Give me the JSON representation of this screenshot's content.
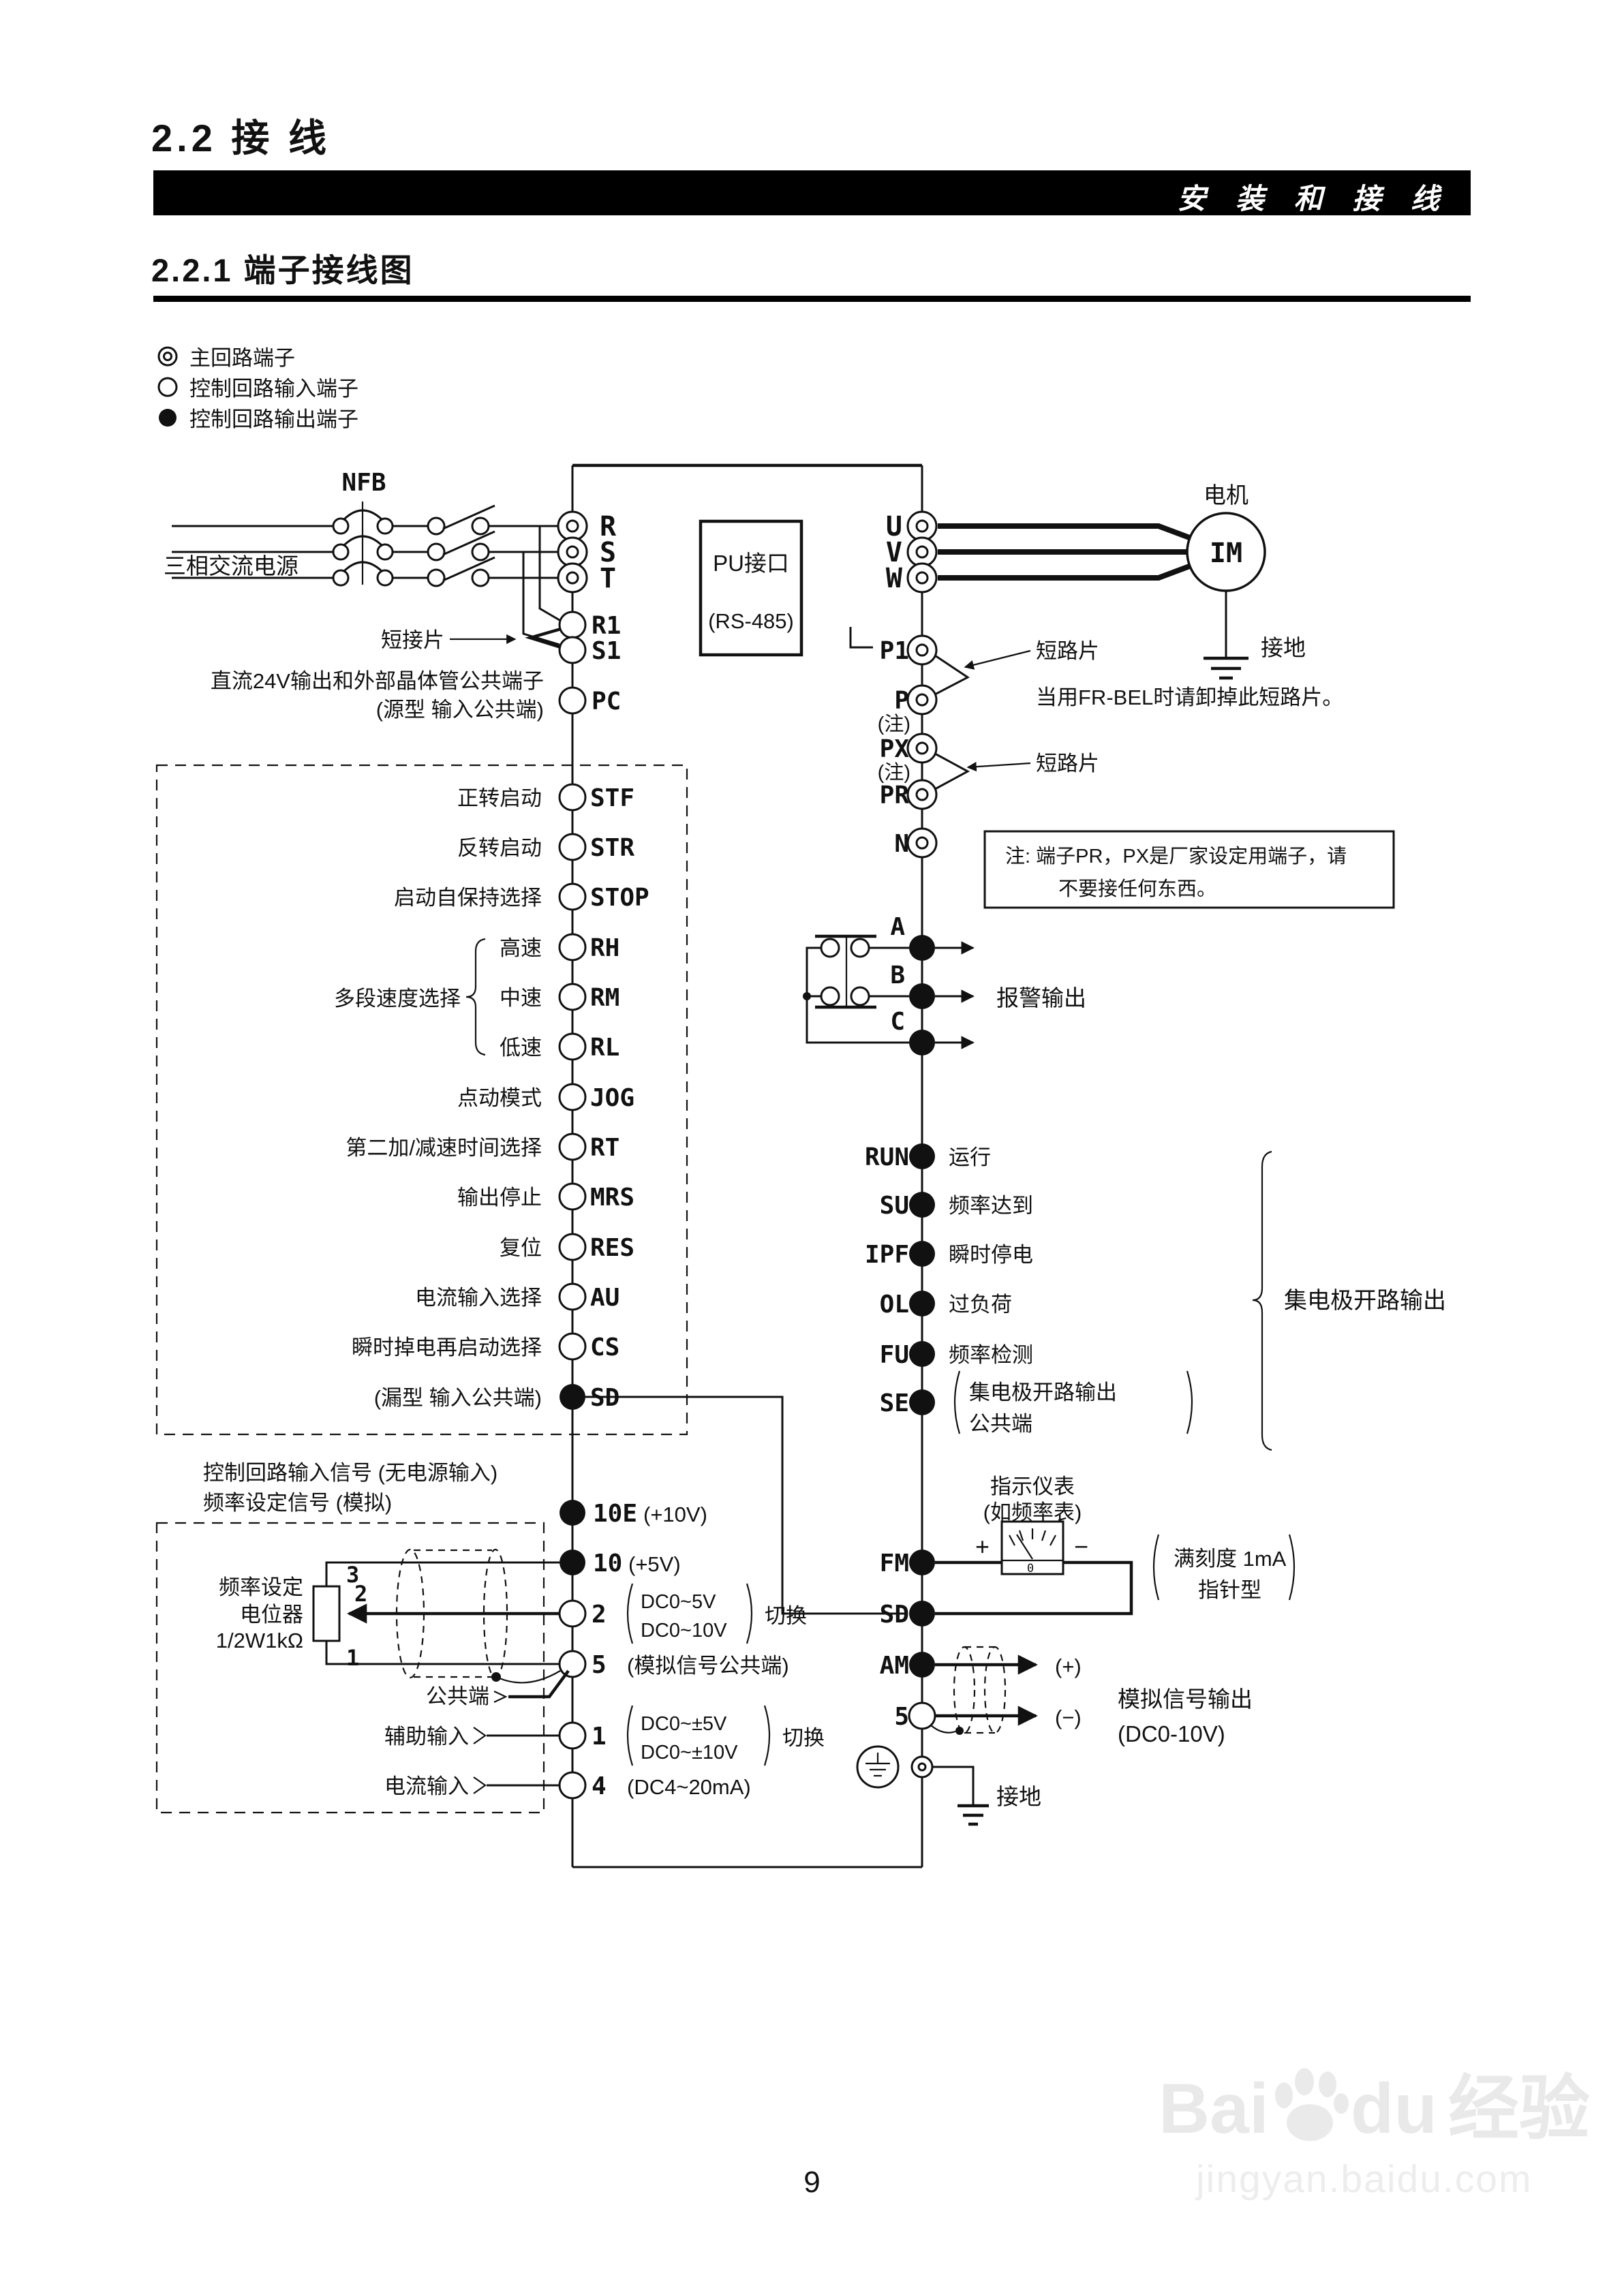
{
  "page": {
    "section_title": "2.2  接  线",
    "banner": "安 装 和 接 线",
    "subsection_title": "2.2.1  端子接线图",
    "page_number": "9"
  },
  "legend": {
    "main_circuit": "主回路端子",
    "control_input": "控制回路输入端子",
    "control_output": "控制回路输出端子"
  },
  "watermark": {
    "brand_left": "Bai",
    "brand_right": "du",
    "brand_cn": "经验",
    "url": "jingyan.baidu.com"
  },
  "diagram": {
    "power": {
      "nfb": "NFB",
      "source": "三相交流电源",
      "jumper_label": "短接片",
      "t_r": "R",
      "t_s": "S",
      "t_t": "T",
      "t_r1": "R1",
      "t_s1": "S1",
      "t_pc": "PC",
      "pc_desc1": "直流24V输出和外部晶体管公共端子",
      "pc_desc2": "(源型 输入公共端)"
    },
    "pu": {
      "name": "PU接口",
      "iface": "(RS-485)"
    },
    "inputs": [
      {
        "name": "STF",
        "desc": "正转启动"
      },
      {
        "name": "STR",
        "desc": "反转启动"
      },
      {
        "name": "STOP",
        "desc": "启动自保持选择"
      },
      {
        "name": "RH",
        "desc": "高速"
      },
      {
        "name": "RM",
        "desc": "中速"
      },
      {
        "name": "RL",
        "desc": "低速"
      },
      {
        "name": "JOG",
        "desc": "点动模式"
      },
      {
        "name": "RT",
        "desc": "第二加/减速时间选择"
      },
      {
        "name": "MRS",
        "desc": "输出停止"
      },
      {
        "name": "RES",
        "desc": "复位"
      },
      {
        "name": "AU",
        "desc": "电流输入选择"
      },
      {
        "name": "CS",
        "desc": "瞬时掉电再启动选择"
      }
    ],
    "multi_speed_label": "多段速度选择",
    "sd": {
      "name": "SD",
      "desc": "(漏型 输入公共端)"
    },
    "analog": {
      "header1": "控制回路输入信号 (无电源输入)",
      "header2": "频率设定信号 (模拟)",
      "pot1": "频率设定",
      "pot2": "电位器",
      "pot3": "1/2W1kΩ",
      "pin3": "3",
      "pin2": "2",
      "pin1": "1",
      "t10e": "10E",
      "t10e_desc": "(+10V)",
      "t10": "10",
      "t10_desc": "(+5V)",
      "t2": "2",
      "t2_opt1": "DC0~5V",
      "t2_opt2": "DC0~10V",
      "t2_sw": "切换",
      "t5": "5",
      "t5_desc": "(模拟信号公共端)",
      "common": "公共端",
      "aux": "辅助输入",
      "t1": "1",
      "t1_opt1": "DC0~±5V",
      "t1_opt2": "DC0~±10V",
      "t1_sw": "切换",
      "current": "电流输入",
      "t4": "4",
      "t4_desc": "(DC4~20mA)"
    },
    "motor": {
      "label": "电机",
      "code": "IM",
      "ground": "接地",
      "t_u": "U",
      "t_v": "V",
      "t_w": "W"
    },
    "dc": {
      "t_p1": "P1",
      "t_p": "P",
      "t_px": "PX",
      "t_pr": "PR",
      "t_n": "N",
      "note_mark1": "(注)",
      "note_mark2": "(注)",
      "jumper1": "短路片",
      "jumper1_note": "当用FR-BEL时请卸掉此短路片。",
      "jumper2": "短路片"
    },
    "note_box": {
      "line1": "注: 端子PR，PX是厂家设定用端子，请",
      "line2": "不要接任何东西。"
    },
    "alarm": {
      "t_a": "A",
      "t_b": "B",
      "t_c": "C",
      "label": "报警输出"
    },
    "outputs": [
      {
        "name": "RUN",
        "desc": "运行"
      },
      {
        "name": "SU",
        "desc": "频率达到"
      },
      {
        "name": "IPF",
        "desc": "瞬时停电"
      },
      {
        "name": "OL",
        "desc": "过负荷"
      },
      {
        "name": "FU",
        "desc": "频率检测"
      }
    ],
    "se": {
      "name": "SE",
      "desc1": "集电极开路输出",
      "desc2": "公共端"
    },
    "oc_bracket_label": "集电极开路输出",
    "meter": {
      "title1": "指示仪表",
      "title2": "(如频率表)",
      "plus": "+",
      "minus": "−",
      "zero": "0",
      "fm": "FM",
      "sd": "SD",
      "spec1": "满刻度 1mA",
      "spec2": "指针型"
    },
    "analog_out": {
      "am": "AM",
      "plus": "(+)",
      "minus": "(−)",
      "t5": "5",
      "label1": "模拟信号输出",
      "label2": "(DC0-10V)"
    },
    "ground_label": "接地"
  }
}
